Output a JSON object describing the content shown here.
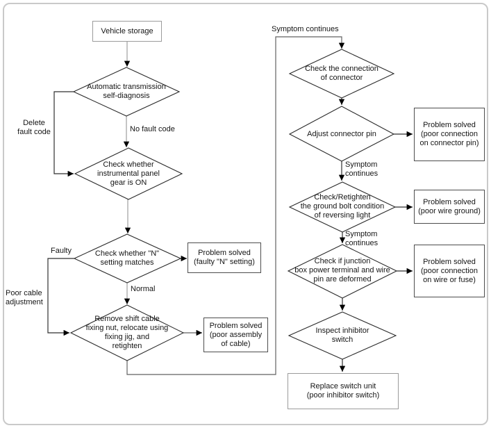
{
  "colors": {
    "background": "#ffffff",
    "frame_border": "#c9c9c9",
    "shape_border": "#2b2b2b",
    "gray_box_border": "#9b9b9b",
    "dark_box_border": "#4c4c4c",
    "line_light": "#9e9e9e",
    "line_dark": "#2f2f2f",
    "text": "#151515"
  },
  "nodes": {
    "vehicle_storage": {
      "shape": "rect",
      "label": "Vehicle storage"
    },
    "self_diagnosis": {
      "shape": "diamond",
      "label": "Automatic transmission\nself-diagnosis"
    },
    "panel_gear": {
      "shape": "diamond",
      "label": "Check whether\ninstrumental panel\ngear is ON"
    },
    "n_setting": {
      "shape": "diamond",
      "label": "Check whether \"N\"\nsetting matches"
    },
    "solved_n_setting": {
      "shape": "rect",
      "label": "Problem solved\n(faulty \"N\" setting)"
    },
    "shift_cable": {
      "shape": "diamond",
      "label": "Remove shift cable\nfixing nut, relocate using\nfixing jig, and\nretighten"
    },
    "solved_cable": {
      "shape": "rect",
      "label": "Problem solved\n(poor assembly\nof cable)"
    },
    "check_connector": {
      "shape": "diamond",
      "label": "Check the connection\nof connector"
    },
    "adjust_pin": {
      "shape": "diamond",
      "label": "Adjust connector pin"
    },
    "solved_connector_pin": {
      "shape": "rect",
      "label": "Problem solved\n(poor connection\non connector pin)"
    },
    "ground_bolt": {
      "shape": "diamond",
      "label": "Check/Retighten\nthe ground bolt condition\nof reversing light"
    },
    "solved_wire_ground": {
      "shape": "rect",
      "label": "Problem solved\n(poor wire ground)"
    },
    "junction_box": {
      "shape": "diamond",
      "label": "Check if junction\nbox power terminal and wire\npin are deformed"
    },
    "solved_wire_fuse": {
      "shape": "rect",
      "label": "Problem solved\n(poor connection\non wire or fuse)"
    },
    "inspect_switch": {
      "shape": "diamond",
      "label": "Inspect inhibitor\nswitch"
    },
    "replace_switch": {
      "shape": "rect",
      "label": "Replace switch unit\n(poor inhibitor switch)"
    }
  },
  "edge_labels": {
    "delete_fault_code": "Delete\nfault code",
    "no_fault_code": "No fault code",
    "faulty": "Faulty",
    "poor_cable_adjustment": "Poor cable\nadjustment",
    "normal": "Normal",
    "symptom_continues_top": "Symptom continues",
    "symptom_continues_1": "Symptom\ncontinues",
    "symptom_continues_2": "Symptom\ncontinues"
  }
}
